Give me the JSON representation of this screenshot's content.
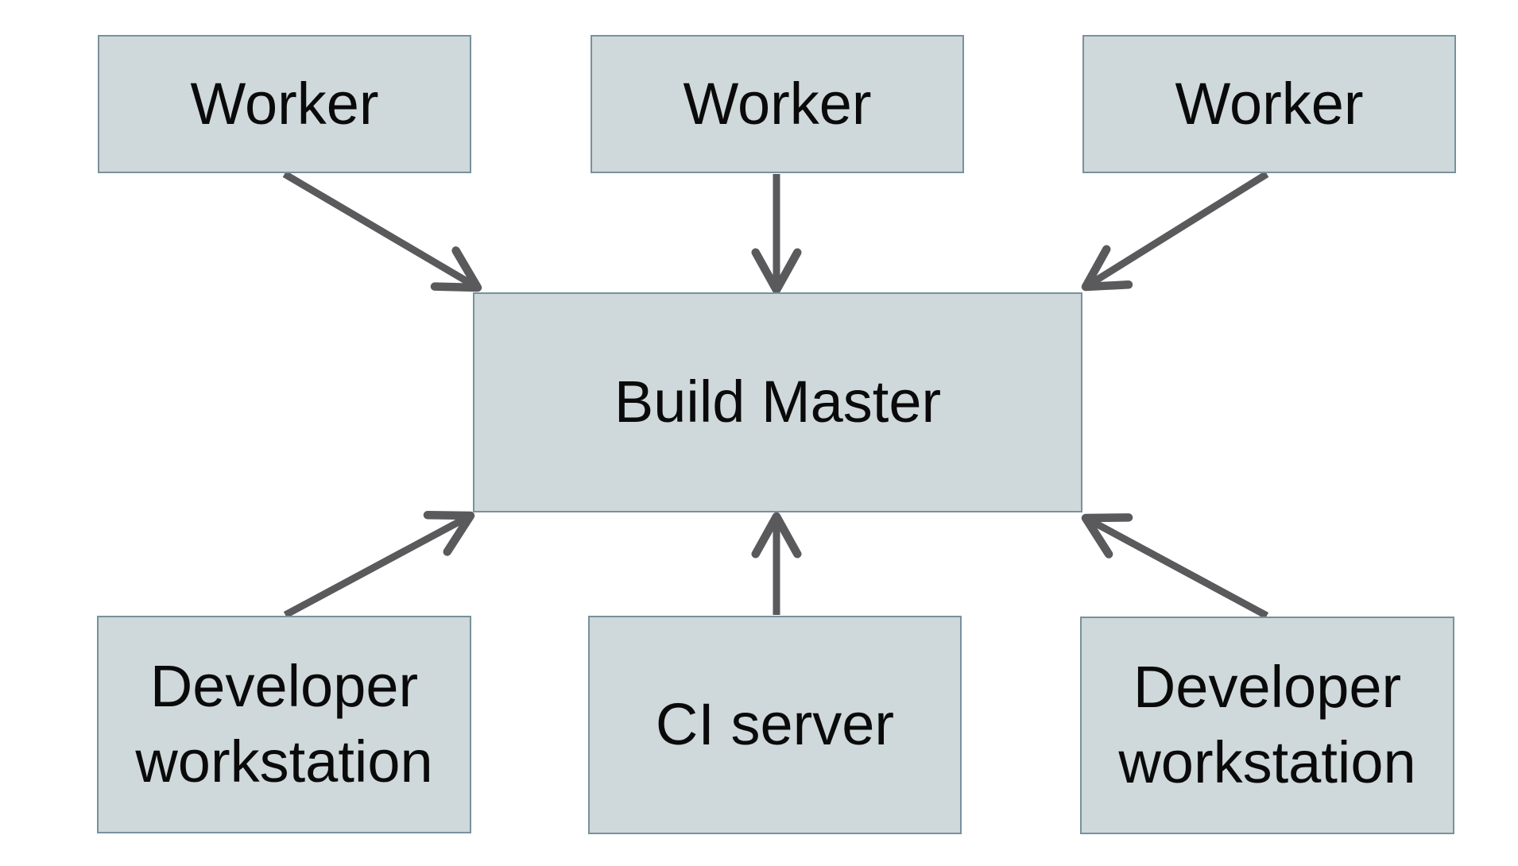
{
  "diagram": {
    "description": "Build system architecture diagram",
    "nodes": [
      {
        "id": "worker-1",
        "label": "Worker"
      },
      {
        "id": "worker-2",
        "label": "Worker"
      },
      {
        "id": "worker-3",
        "label": "Worker"
      },
      {
        "id": "build-master",
        "label": "Build Master"
      },
      {
        "id": "dev-workstation-left",
        "label": "Developer workstation"
      },
      {
        "id": "ci-server",
        "label": "CI server"
      },
      {
        "id": "dev-workstation-right",
        "label": "Developer workstation"
      }
    ],
    "edges": [
      {
        "from": "worker-1",
        "to": "build-master"
      },
      {
        "from": "worker-2",
        "to": "build-master"
      },
      {
        "from": "worker-3",
        "to": "build-master"
      },
      {
        "from": "dev-workstation-left",
        "to": "build-master"
      },
      {
        "from": "ci-server",
        "to": "build-master"
      },
      {
        "from": "dev-workstation-right",
        "to": "build-master"
      }
    ],
    "colors": {
      "background": "#ffffff",
      "node_fill": "#cfd8da",
      "node_border": "#78919e",
      "arrow": "#5a5a5c",
      "text": "#0a0a0a"
    }
  }
}
